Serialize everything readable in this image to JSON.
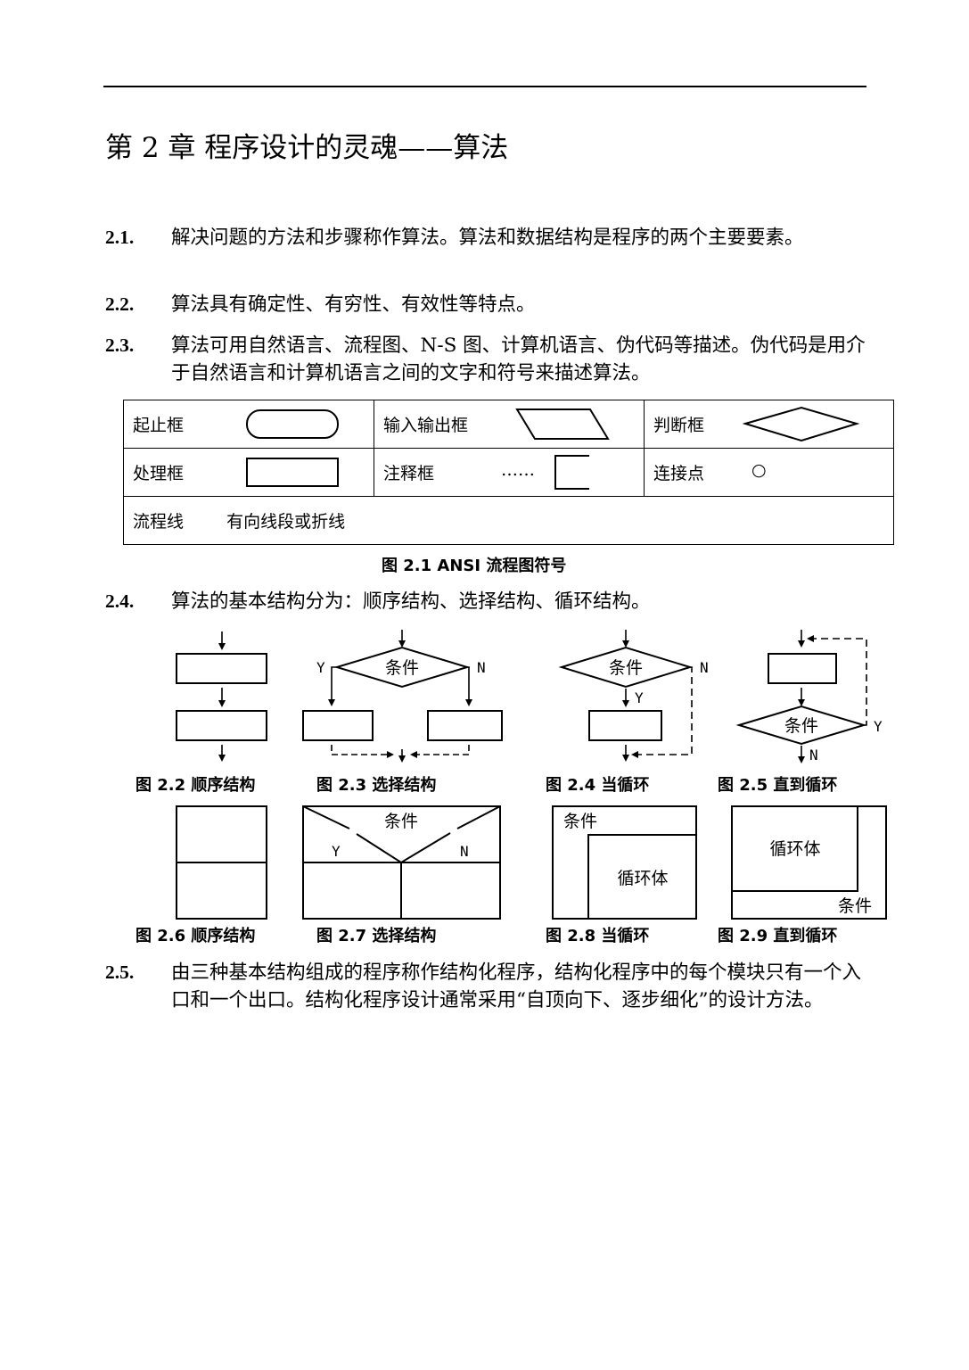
{
  "chapter_title": "第 2 章  程序设计的灵魂——算法",
  "items": [
    {
      "num": "2.1.",
      "text": "解决问题的方法和步骤称作算法。算法和数据结构是程序的两个主要要素。"
    },
    {
      "num": "2.2.",
      "text": "算法具有确定性、有穷性、有效性等特点。"
    },
    {
      "num": "2.3.",
      "text": "算法可用自然语言、流程图、N-S 图、计算机语言、伪代码等描述。伪代码是用介于自然语言和计算机语言之间的文字和符号来描述算法。"
    },
    {
      "num": "2.4.",
      "text": "算法的基本结构分为：顺序结构、选择结构、循环结构。"
    },
    {
      "num": "2.5.",
      "text": "由三种基本结构组成的程序称作结构化程序，结构化程序中的每个模块只有一个入口和一个出口。结构化程序设计通常采用“自顶向下、逐步细化”的设计方法。"
    }
  ],
  "symbol_table": {
    "start_end": "起止框",
    "io": "输入输出框",
    "decision": "判断框",
    "process": "处理框",
    "comment": "注释框",
    "comment_dots": "……",
    "connector": "连接点",
    "connector_symbol": "○",
    "flowline": "流程线",
    "flowline_desc": "有向线段或折线"
  },
  "fig_2_1": "图 2.1  ANSI 流程图符号",
  "diagrams": {
    "condition": "条件",
    "yes": "Y",
    "no": "N",
    "loop_body": "循环体"
  },
  "captions": {
    "fig_2_2": "图 2.2  顺序结构",
    "fig_2_3": "图 2.3  选择结构",
    "fig_2_4": "图 2.4  当循环",
    "fig_2_5": "图 2.5  直到循环",
    "fig_2_6": "图 2.6  顺序结构",
    "fig_2_7": "图 2.7  选择结构",
    "fig_2_8": "图 2.8  当循环",
    "fig_2_9": "图 2.9  直到循环"
  }
}
